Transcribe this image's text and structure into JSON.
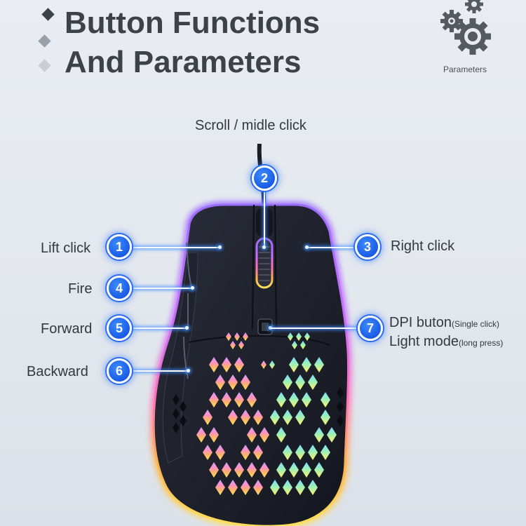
{
  "header": {
    "title_line1": "Button Functions",
    "title_line2": "And Parameters",
    "params_label": "Parameters"
  },
  "callouts": {
    "scroll": {
      "number": "2",
      "label": "Scroll / midle click"
    },
    "left_click": {
      "number": "1",
      "label": "Lift click"
    },
    "right_click": {
      "number": "3",
      "label": "Right click"
    },
    "fire": {
      "number": "4",
      "label": "Fire"
    },
    "forward": {
      "number": "5",
      "label": "Forward"
    },
    "backward": {
      "number": "6",
      "label": "Backward"
    },
    "dpi": {
      "number": "7",
      "label_main": "DPI buton",
      "label_note": "(Single click)",
      "label2_main": "Light mode",
      "label2_note": "(long press)"
    }
  },
  "colors": {
    "accent_blue": "#1b5fe6",
    "title_text": "#3d4249",
    "background": "#e6eaef",
    "mouse_body": "#1c1f29"
  },
  "icons": [
    "diamond-bullet-icon",
    "gears-icon",
    "gaming-mouse-illustration"
  ]
}
